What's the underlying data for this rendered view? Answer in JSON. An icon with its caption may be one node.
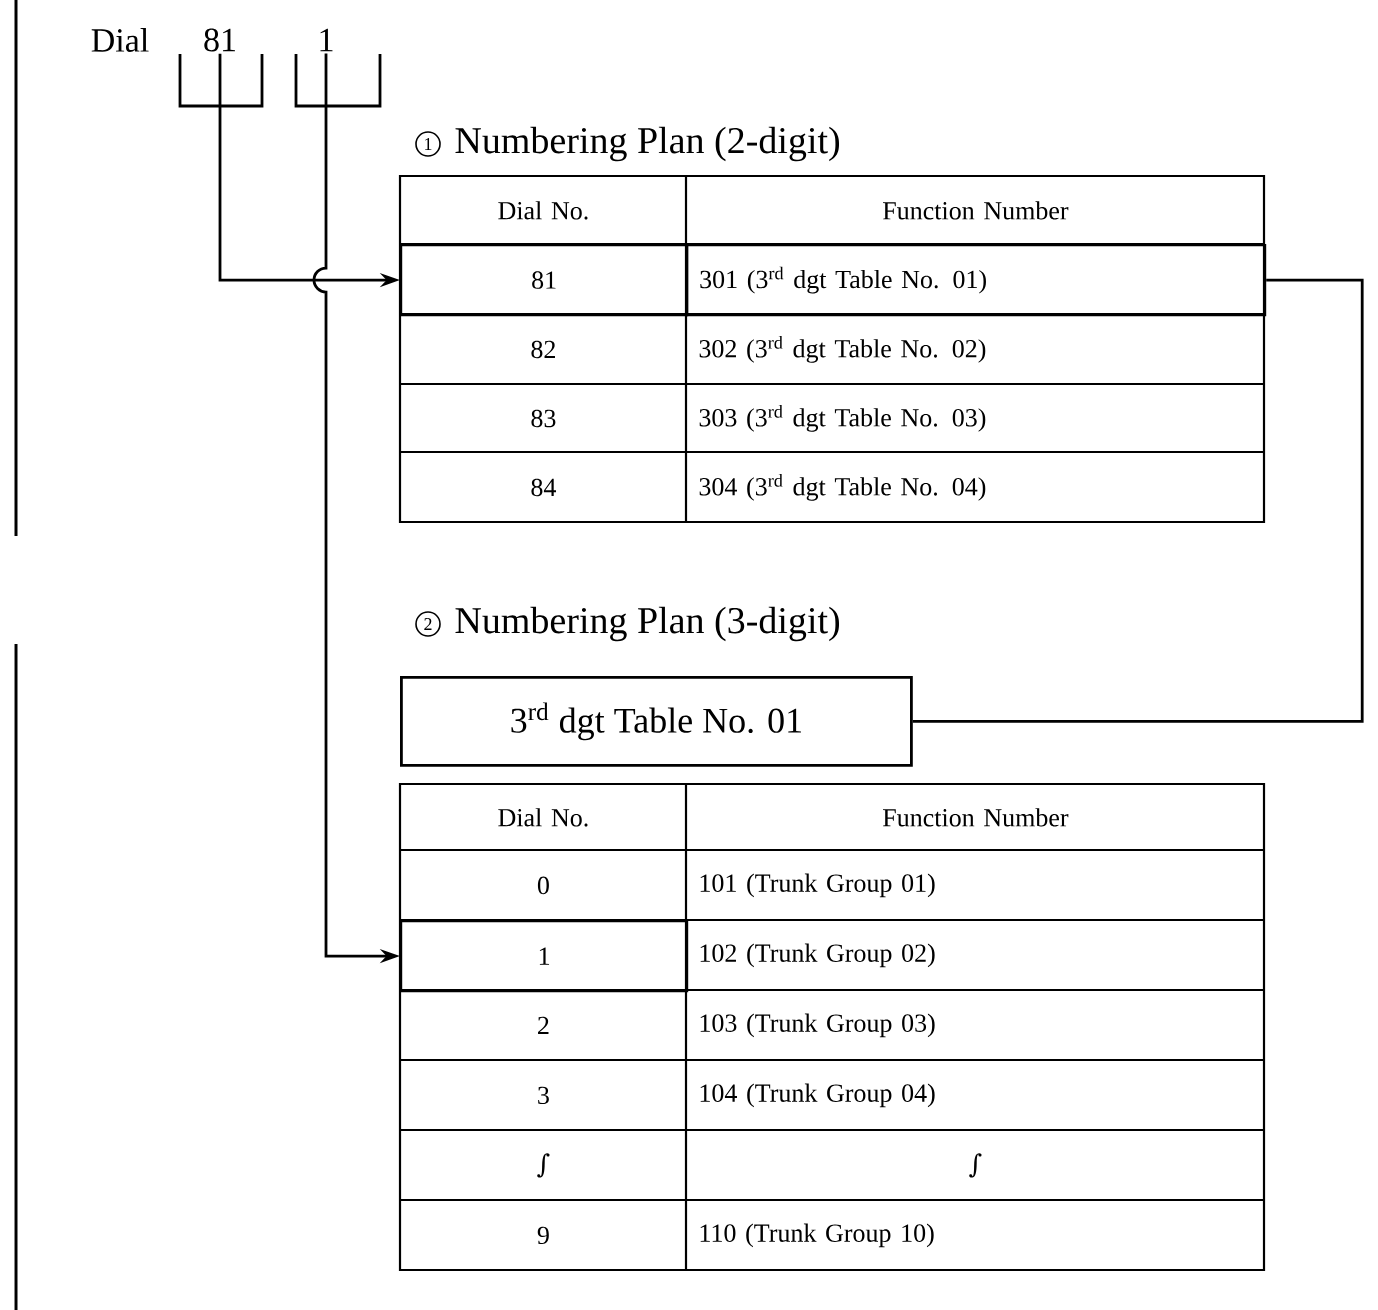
{
  "diagram": {
    "nodes": [
      {
        "text": [
          "81"
        ]
      },
      {
        "text": [
          "1"
        ]
      },
      {
        "text": [
          "81"
        ]
      },
      {
        "text": [
          "301 (3$^{rd}$ dgt Table No. 01)"
        ]
      },
      {
        "text": [
          "3$^{rd}$ dgt Table No. 01"
        ]
      },
      {
        "text": [
          "1"
        ]
      }
    ],
    "edges": [
      {
        "from": 0,
        "to": 2,
        "arrow": "to"
      },
      {
        "from": 1,
        "to": 5,
        "arrow": "to"
      },
      {
        "from": 3,
        "to": 4,
        "arrow": "none"
      }
    ],
    "labels": [
      "Dial",
      "1",
      "Numbering Plan (2-digit)",
      "Dial No.",
      "Function Number",
      "82",
      "302 (3$^{rd}$ dgt Table No. 02)",
      "83",
      "303 (3$^{rd}$ dgt Table No. 03)",
      "84",
      "304 (3$^{rd}$ dgt Table No. 04)",
      "2",
      "Numbering Plan (3-digit)",
      "Dial No.",
      "Function Number",
      "0",
      "101 (Trunk Group 01)",
      "102 (Trunk Group 02)",
      "2",
      "103 (Trunk Group 03)",
      "3",
      "104 (Trunk Group 04)",
      "∫",
      "∫",
      "9",
      "110 (Trunk Group 10)"
    ]
  }
}
